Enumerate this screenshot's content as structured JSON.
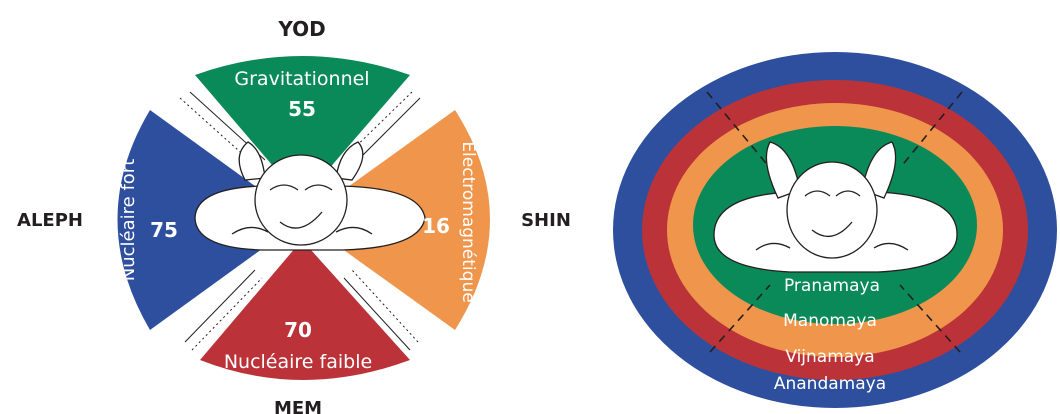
{
  "colors": {
    "green": "#0a8a58",
    "blue": "#2e4f9e",
    "orange": "#f0964c",
    "red": "#bb3339",
    "line": "#231f20",
    "figure_fill": "#ffffff"
  },
  "left_diagram": {
    "directions": {
      "top": "YOD",
      "left": "ALEPH",
      "right": "SHIN",
      "bottom": "MEM"
    },
    "forces": {
      "top": {
        "name": "Gravitationnel",
        "value": "55",
        "color": "green"
      },
      "left": {
        "name": "Nucléaire fort",
        "value": "75",
        "color": "blue"
      },
      "right": {
        "name": "Électromagnétique",
        "value": "16",
        "color": "orange"
      },
      "bottom": {
        "name": "Nucléaire faible",
        "value": "70",
        "color": "red"
      }
    }
  },
  "right_diagram": {
    "layers": [
      {
        "name": "Anandamaya",
        "color": "blue"
      },
      {
        "name": "Vijnamaya",
        "color": "red"
      },
      {
        "name": "Manomaya",
        "color": "orange"
      },
      {
        "name": "Pranamaya",
        "color": "green"
      }
    ]
  }
}
